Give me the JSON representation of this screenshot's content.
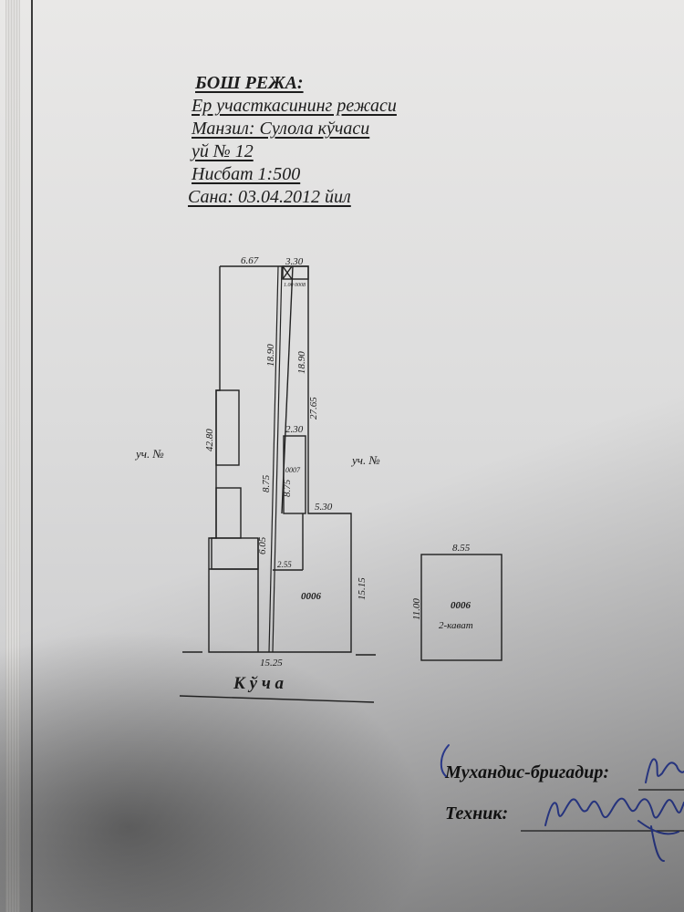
{
  "header": {
    "title": "БОШ РЕЖА:",
    "subtitle": "Ер участкасининг режаси",
    "address": "Манзил: Сулола кўчаси",
    "house": "уй № 12",
    "scale": "Нисбат 1:500",
    "date": "Сана: 03.04.2012 йил"
  },
  "plan": {
    "dims": {
      "top_left": "6.67",
      "top_right": "3.30",
      "small_top": "1.00",
      "small_code": "0008",
      "left_side": "42.80",
      "passage_upper": "18.90",
      "passage_lower": "8.75",
      "passage_bottom": "6.05",
      "right_upper": "18.90",
      "right_total": "27.65",
      "narrow_width": "2.30",
      "narrow_height": "8.75",
      "narrow_code": "0007",
      "house_top": "5.30",
      "house_right": "15.15",
      "house_ledge": "2.55",
      "house_code": "0006",
      "bottom": "15.25"
    },
    "neighbor_left": "уч. №",
    "neighbor_right": "уч. №",
    "street": "К ў ч а",
    "detail": {
      "width": "8.55",
      "height": "11.00",
      "code": "0006",
      "floors": "2-кават"
    }
  },
  "signatures": {
    "engineer_label": "Мухандис-бригадир:",
    "technician_label": "Техник:"
  }
}
